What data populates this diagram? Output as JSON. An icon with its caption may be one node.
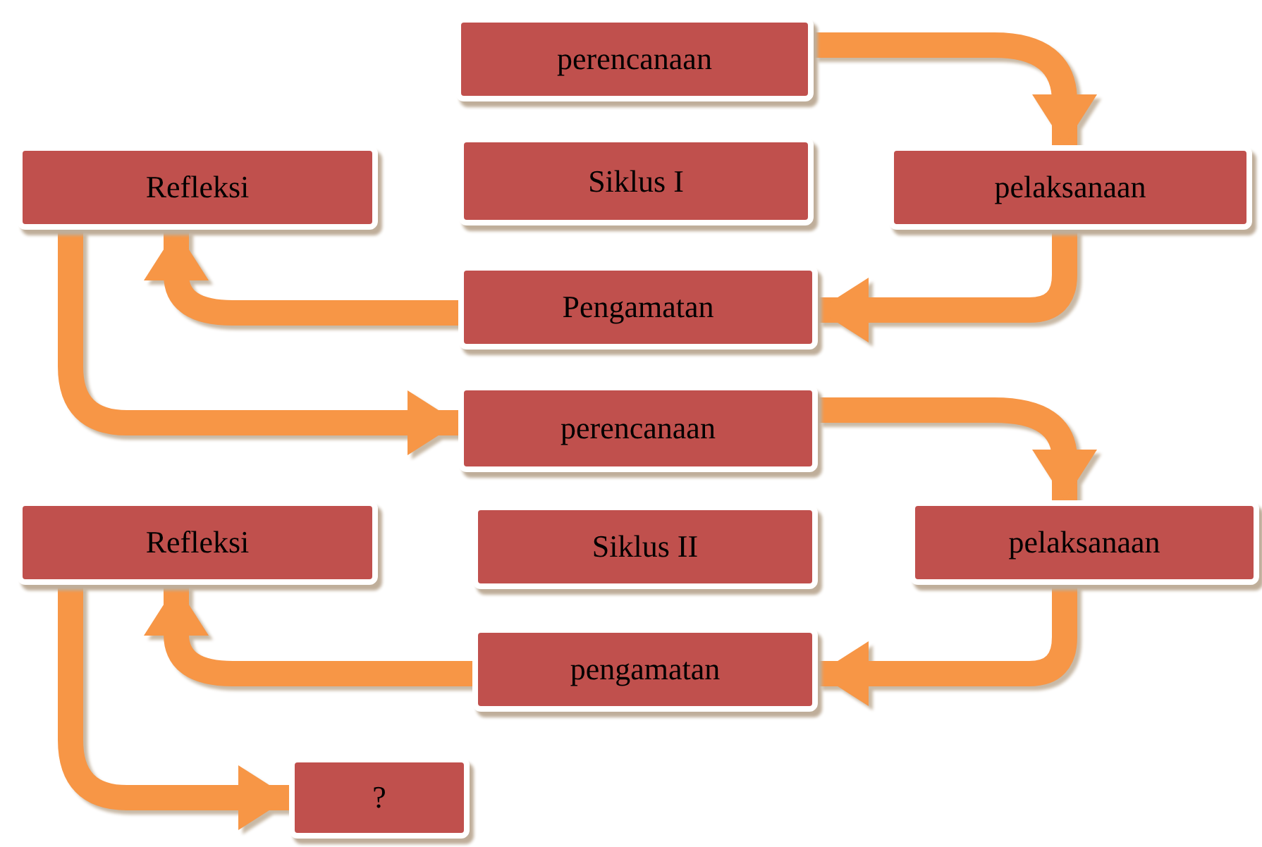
{
  "diagram": {
    "nodes": [
      {
        "text": [
          "perencanaan"
        ]
      },
      {
        "text": [
          "Refleksi"
        ]
      },
      {
        "text": [
          "Siklus I"
        ]
      },
      {
        "text": [
          "pelaksanaan"
        ]
      },
      {
        "text": [
          "Pengamatan"
        ]
      },
      {
        "text": [
          "perencanaan"
        ]
      },
      {
        "text": [
          "Refleksi"
        ]
      },
      {
        "text": [
          "Siklus II"
        ]
      },
      {
        "text": [
          "pelaksanaan"
        ]
      },
      {
        "text": [
          "pengamatan"
        ]
      },
      {
        "text": [
          "?"
        ]
      }
    ],
    "edges": [
      {
        "from": 0,
        "to": 3,
        "arrow": "to"
      },
      {
        "from": 3,
        "to": 4,
        "arrow": "to"
      },
      {
        "from": 4,
        "to": 1,
        "arrow": "to"
      },
      {
        "from": 1,
        "to": 5,
        "arrow": "to"
      },
      {
        "from": 5,
        "to": 8,
        "arrow": "to"
      },
      {
        "from": 8,
        "to": 9,
        "arrow": "to"
      },
      {
        "from": 9,
        "to": 6,
        "arrow": "to"
      },
      {
        "from": 6,
        "to": 10,
        "arrow": "to"
      }
    ]
  }
}
